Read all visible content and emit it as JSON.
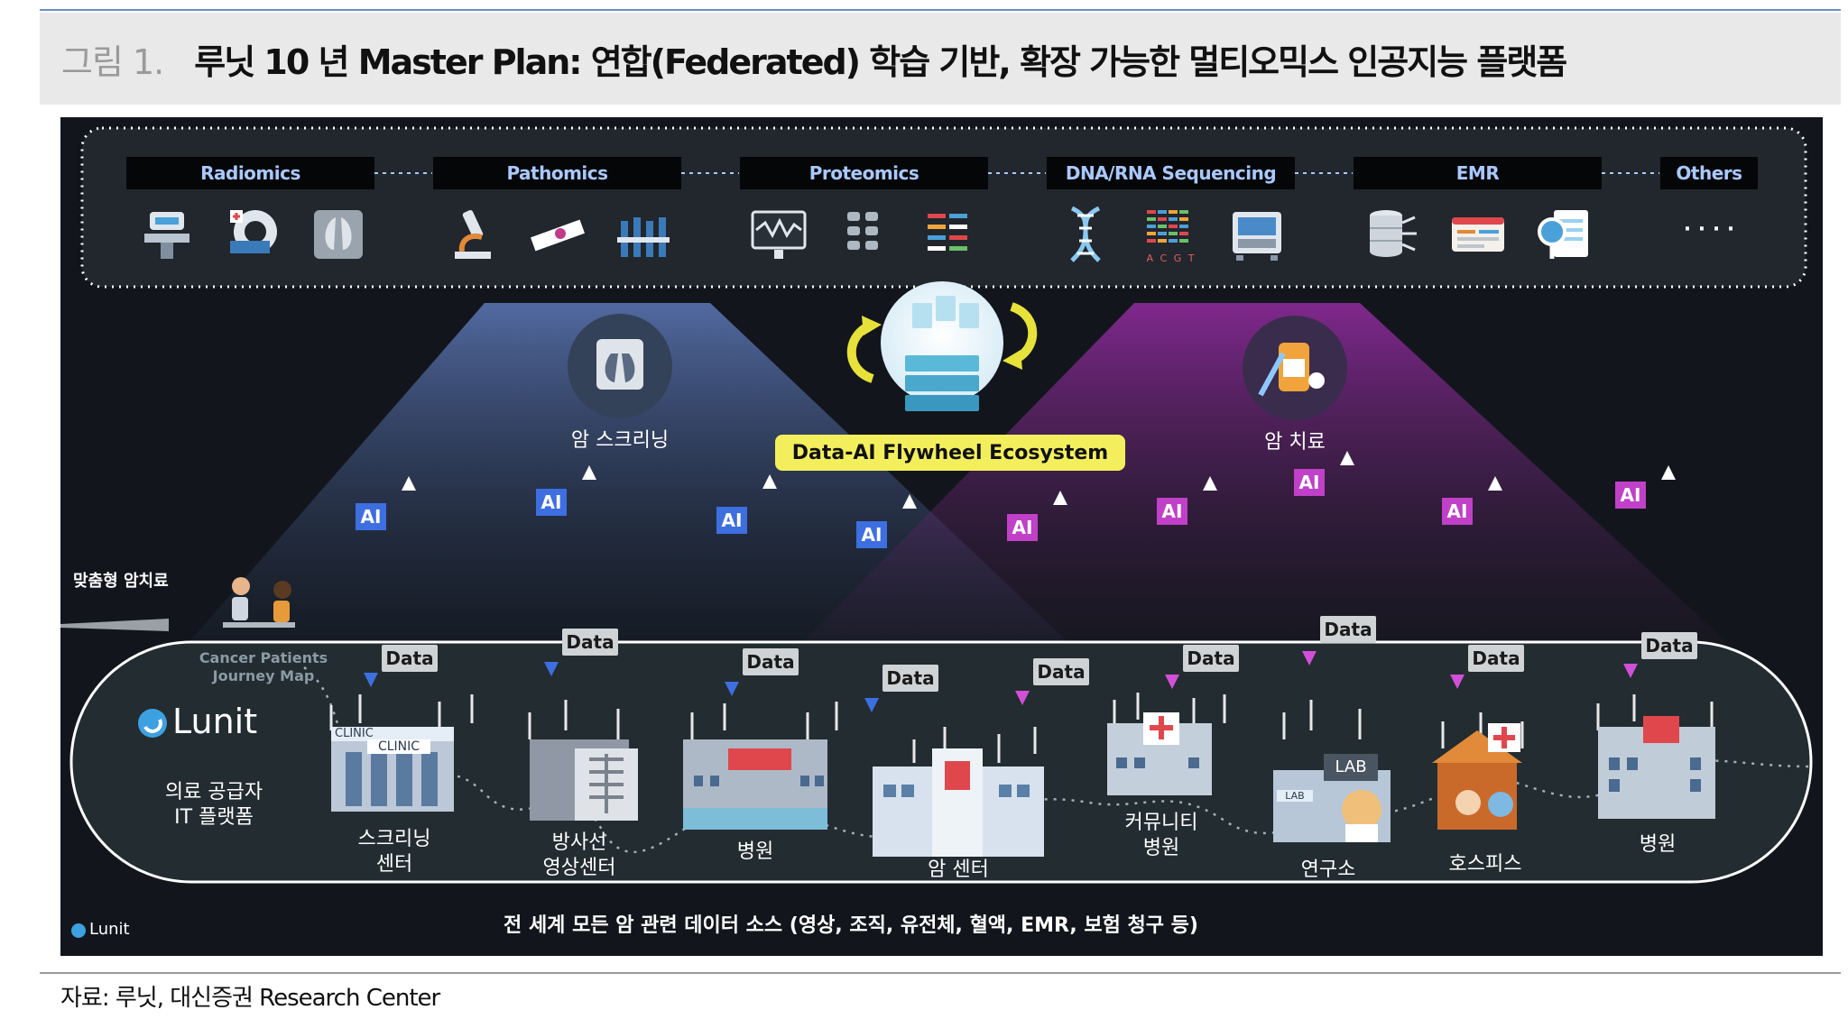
{
  "header": {
    "figure_number": "그림 1.",
    "title": "루닛 10 년 Master Plan: 연합(Federated) 학습 기반, 확장 가능한 멀티오믹스 인공지능 플랫폼"
  },
  "data_sources": [
    {
      "label": "Radiomics",
      "icons": [
        "ct-scanner-icon",
        "mri-machine-icon",
        "lung-xray-icon"
      ]
    },
    {
      "label": "Pathomics",
      "icons": [
        "microscope-icon",
        "glass-slide-icon",
        "test-tubes-icon"
      ]
    },
    {
      "label": "Proteomics",
      "icons": [
        "waveform-monitor-icon",
        "protein-structure-icon",
        "gel-bands-icon"
      ]
    },
    {
      "label": "DNA/RNA Sequencing",
      "icons": [
        "dna-helix-icon",
        "sequence-grid-icon",
        "sequencer-machine-icon"
      ]
    },
    {
      "label": "EMR",
      "icons": [
        "database-icon",
        "record-card-icon",
        "document-search-icon"
      ]
    },
    {
      "label": "Others",
      "icons": [
        "ellipsis-icon"
      ]
    }
  ],
  "sequence_letters": "A C G T",
  "ellipsis_text": "· · · ·",
  "flywheel": {
    "label": "Data-AI Flywheel Ecosystem"
  },
  "screening": {
    "label": "암 스크리닝"
  },
  "treatment": {
    "label": "암 치료"
  },
  "personalized": {
    "label": "맞춤형 암치료"
  },
  "journey_map": {
    "line1": "Cancer Patients",
    "line2": "Journey Map"
  },
  "brand": {
    "name": "Lunit",
    "subtitle_line1": "의료 공급자",
    "subtitle_line2": "IT 플랫폼",
    "corner_logo": "Lunit"
  },
  "sites": [
    {
      "line1": "스크리닝",
      "line2": "센터",
      "sign1": "CLINIC",
      "sign2": "CLINIC"
    },
    {
      "line1": "방사선",
      "line2": "영상센터"
    },
    {
      "line1": "병원",
      "line2": ""
    },
    {
      "line1": "암 센터",
      "line2": ""
    },
    {
      "line1": "커뮤니티",
      "line2": "병원"
    },
    {
      "line1": "연구소",
      "line2": "",
      "sign1": "LAB",
      "sign2": "LAB"
    },
    {
      "line1": "호스피스",
      "line2": ""
    },
    {
      "line1": "병원",
      "line2": ""
    }
  ],
  "flow_tags": {
    "ai": "AI",
    "data": "Data"
  },
  "bottom_caption": "전 세계 모든 암 관련 데이터 소스 (영상, 조직, 유전체, 혈액, EMR, 보험 청구 등)",
  "source_note": "자료: 루닛, 대신증권 Research Center",
  "colors": {
    "ai_blue": "#3d6fe0",
    "ai_pink": "#c040c8",
    "flywheel_yellow": "#f3ef5c",
    "label_blue": "#a9c9ff",
    "background": "#12161c"
  }
}
